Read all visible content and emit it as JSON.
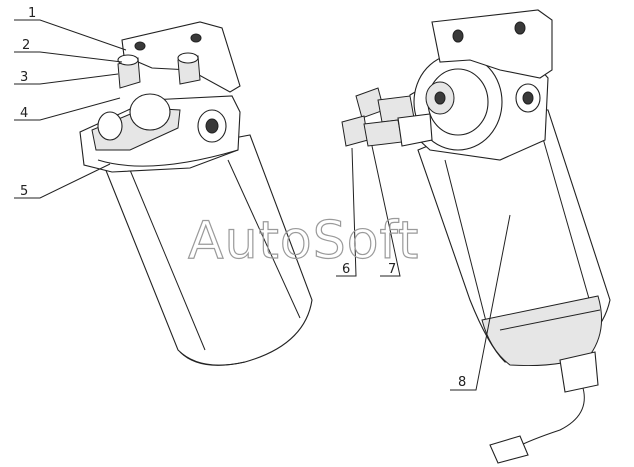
{
  "watermark": "AutoSoft",
  "callouts": [
    {
      "id": "1",
      "label": "1"
    },
    {
      "id": "2",
      "label": "2"
    },
    {
      "id": "3",
      "label": "3"
    },
    {
      "id": "4",
      "label": "4"
    },
    {
      "id": "5",
      "label": "5"
    },
    {
      "id": "6",
      "label": "6"
    },
    {
      "id": "7",
      "label": "7"
    },
    {
      "id": "8",
      "label": "8"
    }
  ]
}
